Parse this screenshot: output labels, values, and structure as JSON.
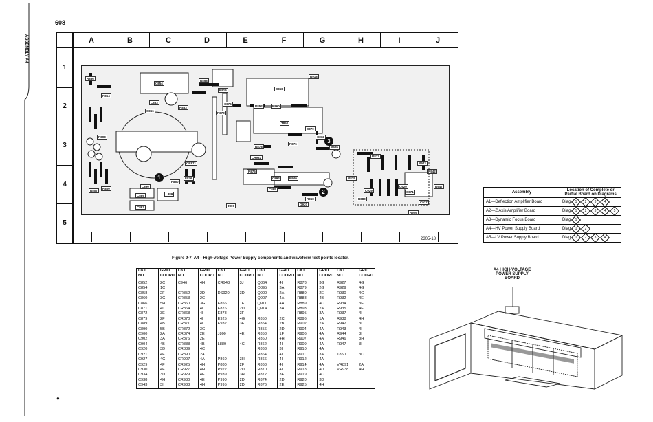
{
  "page": {
    "number": "608",
    "side_label": "ASSEMBLY A4",
    "bullet": "●"
  },
  "locator": {
    "columns": [
      "A",
      "B",
      "C",
      "D",
      "E",
      "F",
      "G",
      "H",
      "I",
      "J"
    ],
    "rows": [
      "1",
      "2",
      "3",
      "4",
      "5"
    ],
    "figure_number": "2305-18",
    "caption": "Figure 9-7.  A4—High-Voltage Power Supply components and waveform test points locator.",
    "callouts": [
      "1",
      "2",
      "3"
    ]
  },
  "board_labels": [
    "R856",
    "R854",
    "C854",
    "R858",
    "R816",
    "R918",
    "C858",
    "R860",
    "C853",
    "C866",
    "R852",
    "R853",
    "R870",
    "C876",
    "R876",
    "T850",
    "R878",
    "C870",
    "C872",
    "R872",
    "R880",
    "R825",
    "C929",
    "C920",
    "R926",
    "J800",
    "R920",
    "R868",
    "C894",
    "C895",
    "C871",
    "CR932",
    "R876",
    "P940",
    "P860",
    "C889",
    "C890",
    "L889",
    "C893",
    "R929",
    "Q920",
    "R800",
    "R807",
    "R808",
    "CR871",
    "E876",
    "R943",
    "R942",
    "R947",
    "C927"
  ],
  "table": {
    "headers": [
      [
        "CKT",
        "NO"
      ],
      [
        "GRID",
        "COORD"
      ],
      [
        "CKT",
        "NO"
      ],
      [
        "GRID",
        "COORD"
      ],
      [
        "CKT",
        "NO"
      ],
      [
        "GRID",
        "COORD"
      ],
      [
        "CKT",
        "NO"
      ],
      [
        "GRID",
        "COORD"
      ],
      [
        "CKT",
        "NO"
      ],
      [
        "GRID",
        "COORD"
      ],
      [
        "CKT",
        "NO"
      ],
      [
        "GRID",
        "COORD"
      ]
    ],
    "rows": [
      [
        "C852",
        "2C",
        "C946",
        "4H",
        "CR943",
        "3J",
        "Q864",
        "4I",
        "R878",
        "3G",
        "R927",
        "4G"
      ],
      [
        "C854",
        "1C",
        "",
        "",
        "",
        "",
        "Q895",
        "3A",
        "R879",
        "2G",
        "R929",
        "4G"
      ],
      [
        "C858",
        "2F",
        "CR852",
        "2D",
        "DS920",
        "3D",
        "Q900",
        "2A",
        "R880",
        "2E",
        "R930",
        "4G"
      ],
      [
        "C860",
        "3G",
        "CR853",
        "2C",
        "",
        "",
        "Q907",
        "4A",
        "R888",
        "4B",
        "R932",
        "4E"
      ],
      [
        "C866",
        "5H",
        "CR860",
        "3G",
        "E856",
        "1E",
        "Q911",
        "4A",
        "R889",
        "4C",
        "R934",
        "3E"
      ],
      [
        "C871",
        "4I",
        "CR864",
        "4I",
        "E876",
        "2D",
        "Q914",
        "3A",
        "R893",
        "2A",
        "R935",
        "4F"
      ],
      [
        "C872",
        "3E",
        "CR868",
        "4I",
        "E878",
        "3F",
        "",
        "",
        "R895",
        "3A",
        "R937",
        "4I"
      ],
      [
        "C879",
        "2F",
        "CR870",
        "4I",
        "E925",
        "4G",
        "R850",
        "2C",
        "R896",
        "1A",
        "R938",
        "4H"
      ],
      [
        "C889",
        "4B",
        "CR871",
        "4I",
        "E932",
        "3E",
        "R854",
        "2B",
        "R902",
        "2A",
        "R942",
        "3I"
      ],
      [
        "C890",
        "5B",
        "CR872",
        "3G",
        "",
        "",
        "R856",
        "2D",
        "R904",
        "4A",
        "R943",
        "4I"
      ],
      [
        "C900",
        "2A",
        "CR874",
        "2E",
        "J800",
        "4E",
        "R858",
        "1F",
        "R906",
        "4A",
        "R944",
        "3I"
      ],
      [
        "C902",
        "3A",
        "CR876",
        "2E",
        "",
        "",
        "R860",
        "4H",
        "R907",
        "4A",
        "R946",
        "3H"
      ],
      [
        "C904",
        "4B",
        "CR888",
        "4B",
        "L889",
        "4C",
        "R862",
        "4I",
        "R909",
        "4A",
        "R947",
        "3I"
      ],
      [
        "C920",
        "3D",
        "CR889",
        "4C",
        "",
        "",
        "R863",
        "3I",
        "R910",
        "4A",
        "",
        ""
      ],
      [
        "C921",
        "4F",
        "CR890",
        "2A",
        "",
        "",
        "R864",
        "4I",
        "R911",
        "3A",
        "T850",
        "3C"
      ],
      [
        "C927",
        "4G",
        "CR907",
        "4A",
        "P860",
        "3H",
        "R866",
        "4I",
        "R912",
        "4A",
        "",
        ""
      ],
      [
        "C929",
        "4F",
        "CR925",
        "4H",
        "P880",
        "2F",
        "R868",
        "4I",
        "R914",
        "4A",
        "VR891",
        "2A"
      ],
      [
        "C930",
        "4F",
        "CR927",
        "4H",
        "P922",
        "2D",
        "R870",
        "4I",
        "R918",
        "4D",
        "VR938",
        "4H"
      ],
      [
        "C934",
        "3D",
        "CR929",
        "4E",
        "P939",
        "3H",
        "R872",
        "3E",
        "R919",
        "4C",
        "",
        ""
      ],
      [
        "C938",
        "4H",
        "CR930",
        "4E",
        "P990",
        "2D",
        "R874",
        "2D",
        "R920",
        "3D",
        "",
        ""
      ],
      [
        "C943",
        "3I",
        "CR938",
        "4H",
        "P995",
        "2D",
        "R876",
        "2E",
        "R925",
        "4H",
        "",
        ""
      ]
    ]
  },
  "assembly_table": {
    "header_assembly": "Assembly",
    "header_location": "Location of Complete or Partial Board on Diagrams",
    "rows": [
      {
        "name": "A1—Deflection Amplifier Board",
        "diag": "Diag",
        "marks": [
          "1",
          "2",
          "3",
          "4"
        ]
      },
      {
        "name": "A2—Z Axis Amplifier Board",
        "diag": "Diag",
        "marks": [
          "1",
          "2",
          "3",
          "4",
          "5"
        ]
      },
      {
        "name": "A3—Dynamic Focus Board",
        "diag": "Diag",
        "marks": [
          "1"
        ]
      },
      {
        "name": "A4—HV Power Supply Board",
        "diag": "Diag",
        "marks": [
          "1",
          "2"
        ]
      },
      {
        "name": "A5—LV Power Supply Board",
        "diag": "Diag",
        "marks": [
          "1",
          "2",
          "3",
          "4"
        ]
      }
    ]
  },
  "instrument_label": "A4 HIGH-VOLTAGE POWER SUPPLY BOARD"
}
